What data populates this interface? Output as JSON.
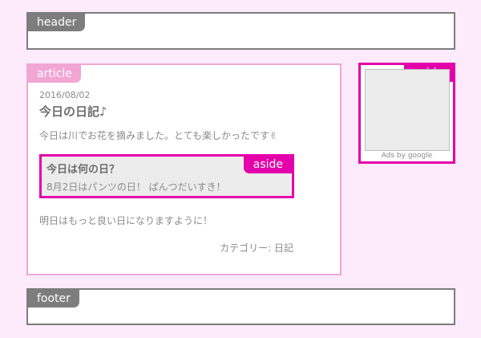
{
  "header": {
    "label": "header"
  },
  "footer": {
    "label": "footer"
  },
  "article": {
    "label": "article",
    "date": "2016/08/02",
    "title": "今日の日記♪",
    "text1": "今日は川でお花を摘みました。とても楽しかったです✌",
    "text2": "明日はもっと良い日になりますように！",
    "category": "カテゴリー: 日記",
    "aside": {
      "label": "aside",
      "title": "今日は何の日？",
      "text": "8月2日はパンツの日！ ぱんつだいすき！"
    }
  },
  "sidebar": {
    "label": "aside",
    "ad_caption": "Ads by google"
  },
  "colors": {
    "background": "#fdebfb",
    "structure_gray": "#7d7d7d",
    "article_pink": "#f2a6d4",
    "aside_magenta": "#e400ab"
  }
}
